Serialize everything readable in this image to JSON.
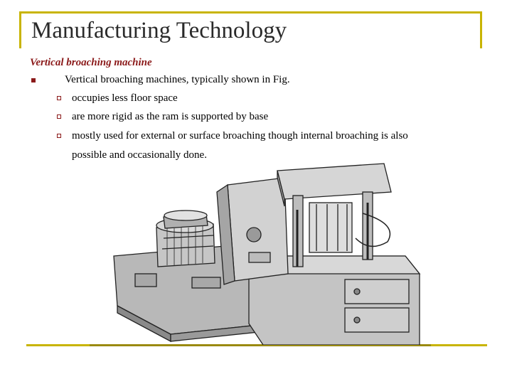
{
  "slide": {
    "title": "Manufacturing Technology",
    "subtitle": "Vertical broaching machine",
    "main_bullet": "Vertical broaching machines, typically shown in Fig.",
    "sub_bullets": [
      "occupies less floor space",
      "are more rigid as the ram is supported by base",
      "mostly used for external or surface broaching though internal broaching is also"
    ],
    "continuation": "possible and occasionally done."
  },
  "colors": {
    "frame": "#c8b400",
    "accent": "#8b1a1a",
    "title": "#2a2a2a"
  }
}
